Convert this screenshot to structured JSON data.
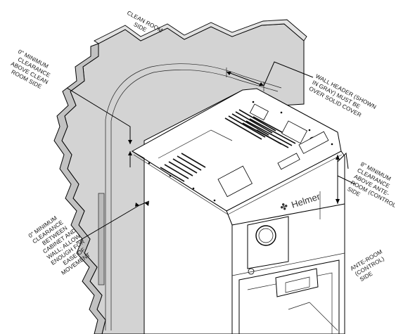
{
  "labels": {
    "clean_room_side": [
      "CLEAN ROOM",
      "SIDE"
    ],
    "top_clearance": [
      "0\" MINIMUM",
      "CLEARANCE",
      "ABOVE CLEAN",
      "ROOM SIDE"
    ],
    "wall_header": [
      "WALL HEADER (SHOWN",
      "IN GRAY) MUST BE",
      "OVER SOLID COVER"
    ],
    "ante_clearance": [
      "8\" MINIMUM",
      "CLEARANCE",
      "ABOVE ANTE-",
      "ROOM (CONTROL",
      "SIDE"
    ],
    "side_clearance": [
      "0\" MINIMUM",
      "CLEARANCE",
      "BETWEEN",
      "CABINET AND",
      "WALL; ALLOW",
      "ENOUGH FOR",
      "EASE OF",
      "MOVEMENT"
    ],
    "ante_room": [
      "ANTE-ROOM",
      "(CONTROL)",
      "SIDE"
    ]
  },
  "brand": "Helmer",
  "colors": {
    "wall": "#d4d4d4",
    "wall_dark": "#bdbdbd",
    "cabinet": "#ffffff",
    "line": "#000000"
  }
}
